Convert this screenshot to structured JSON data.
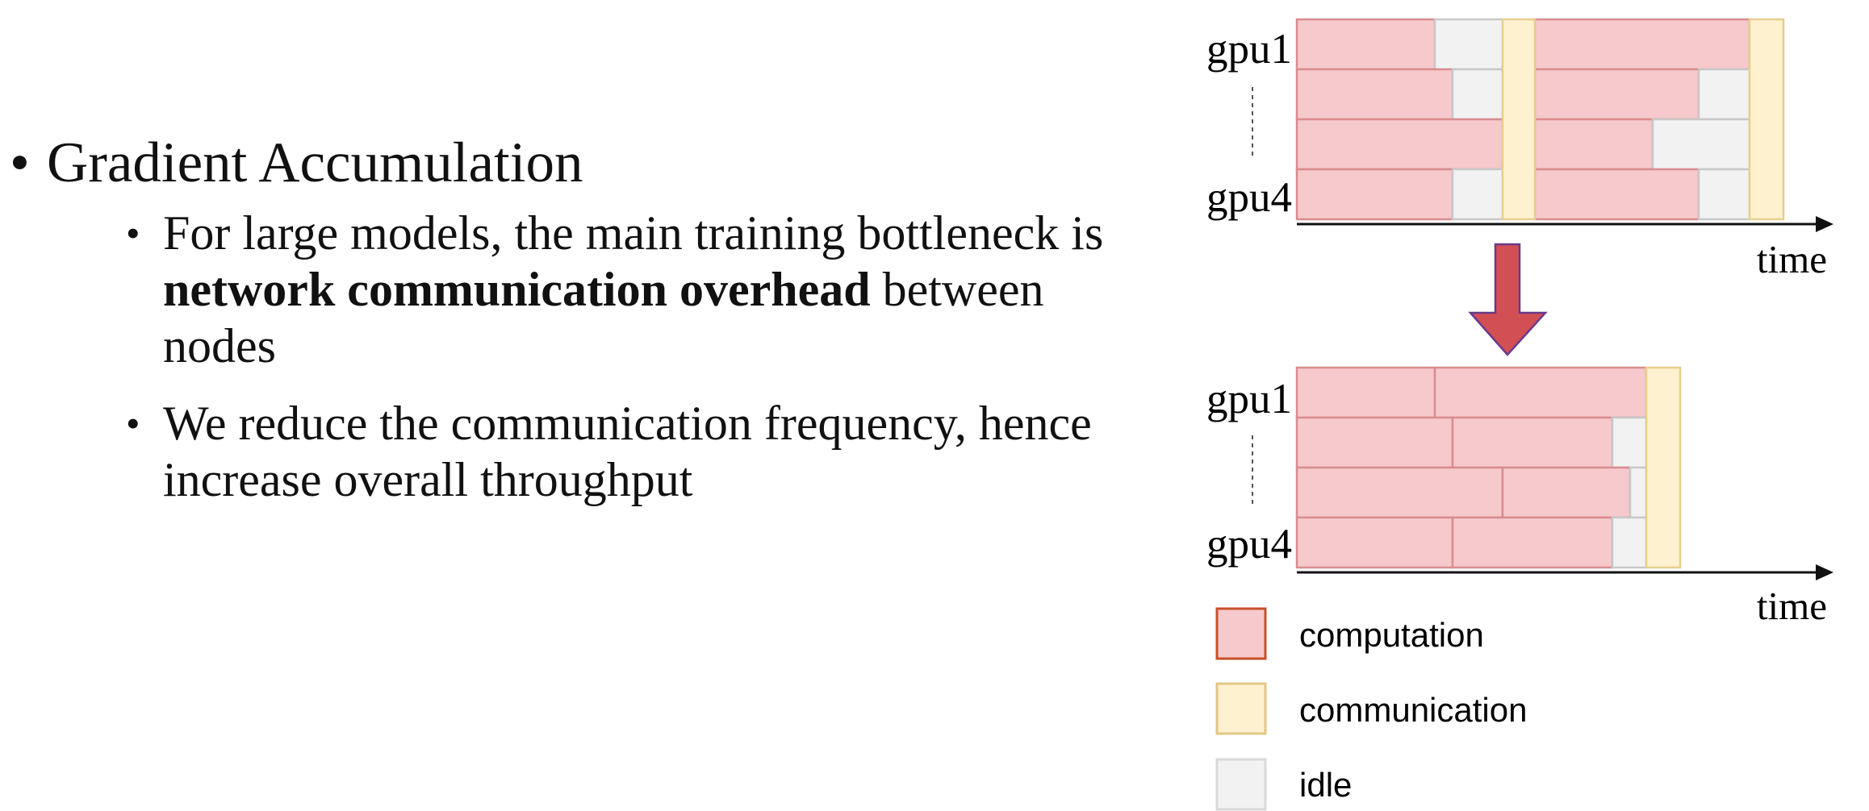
{
  "bullets": {
    "main": "Gradient Accumulation",
    "sub": [
      {
        "before": "For large models, the main training bottleneck is ",
        "bold": "network communication overhead",
        "after": " between nodes"
      },
      {
        "before": "We reduce the communication frequency, hence increase overall throughput",
        "bold": "",
        "after": ""
      }
    ]
  },
  "diagram": {
    "top_labels": {
      "gpu_top": "gpu1",
      "gpu_bottom": "gpu4",
      "axis": "time"
    },
    "bottom_labels": {
      "gpu_top": "gpu1",
      "gpu_bottom": "gpu4",
      "axis": "time"
    },
    "legend": [
      {
        "label": "computation",
        "fill": "#f6c9cc",
        "stroke": "#c4512a"
      },
      {
        "label": "communication",
        "fill": "#fdf1cf",
        "stroke": "#e2c785"
      },
      {
        "label": "idle",
        "fill": "#f2f2f2",
        "stroke": "#d9d9d9"
      }
    ],
    "colors": {
      "computation_fill": "#f6c9cc",
      "computation_stroke": "#d98c8f",
      "communication_fill": "#fdf1cf",
      "communication_stroke": "#e6cf8e",
      "idle_fill": "#f2f2f2",
      "idle_stroke": "#c8c8c8",
      "arrow_fill": "#d24f53",
      "arrow_stroke": "#6a3a8c"
    }
  }
}
